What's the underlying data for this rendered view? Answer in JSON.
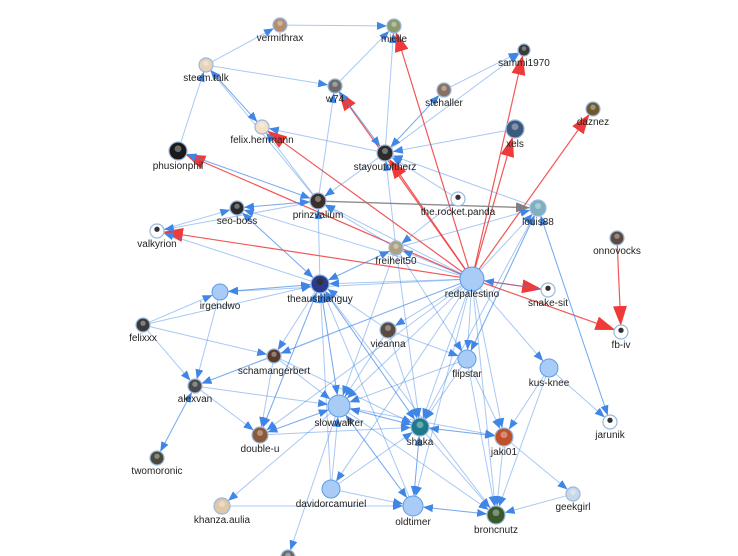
{
  "colors": {
    "edge_blue": "#3f86e6",
    "edge_red": "#f03a3a",
    "edge_gray": "#808080",
    "node_fill": "#a9ccf7",
    "node_stroke": "#5b9be8",
    "dark_fill": "#444444"
  },
  "nodes": [
    {
      "id": "vermithrax",
      "label": "vermithrax",
      "icon": "avatar-photo",
      "fill": "#b68c6e"
    },
    {
      "id": "mielle",
      "label": "mielle",
      "icon": "avatar-photo",
      "fill": "#8a9a6a"
    },
    {
      "id": "sammi1970",
      "label": "sammi1970",
      "icon": "avatar-photo",
      "fill": "#3a3a3a"
    },
    {
      "id": "steem-talk",
      "label": "steem.talk",
      "icon": "avatar-cartoon",
      "fill": "#e8d2b8"
    },
    {
      "id": "w74",
      "label": "w74",
      "icon": "avatar-photo",
      "fill": "#6b6b6b"
    },
    {
      "id": "stehaller",
      "label": "stehaller",
      "icon": "avatar-photo",
      "fill": "#8a7060"
    },
    {
      "id": "daznez",
      "label": "daznez",
      "icon": "avatar-photo",
      "fill": "#6b5a2e"
    },
    {
      "id": "felix-herrmann",
      "label": "felix.herrmann",
      "icon": "avatar-cartoon",
      "fill": "#f2e0c8"
    },
    {
      "id": "xels",
      "label": "xels",
      "icon": "avatar-photo",
      "fill": "#3c5a7c"
    },
    {
      "id": "phusionphil",
      "label": "phusionphil",
      "icon": "avatar-photo",
      "fill": "#1a1a1a"
    },
    {
      "id": "stayoutoftherz",
      "label": "stayoutoftherz",
      "icon": "avatar-photo",
      "fill": "#2c2c2c"
    },
    {
      "id": "seo-boss",
      "label": "seo-boss",
      "icon": "avatar-photo",
      "fill": "#2a2a2a"
    },
    {
      "id": "prinzvalium",
      "label": "prinzvalium",
      "icon": "avatar-photo",
      "fill": "#3a2f2a"
    },
    {
      "id": "the-rocket-panda",
      "label": "the.rocket.panda",
      "icon": "avatar-logo",
      "fill": "#ffffff"
    },
    {
      "id": "louis88",
      "label": "louis88",
      "icon": "avatar-photo",
      "fill": "#7fb0c0"
    },
    {
      "id": "valkyrion",
      "label": "valkyrion",
      "icon": "avatar-logo",
      "fill": "#ffffff"
    },
    {
      "id": "onnovocks",
      "label": "onnovocks",
      "icon": "avatar-photo",
      "fill": "#5a4a40"
    },
    {
      "id": "freiheit50",
      "label": "freiheit50",
      "icon": "avatar-photo",
      "fill": "#b0a080"
    },
    {
      "id": "irgendwo",
      "label": "irgendwo",
      "icon": "default-node",
      "fill": "#a9ccf7"
    },
    {
      "id": "theaustrianguy",
      "label": "theaustrianguy",
      "icon": "avatar-logo",
      "fill": "#2a3b8f"
    },
    {
      "id": "redpalestino",
      "label": "redpalestino",
      "icon": "default-node",
      "fill": "#a9ccf7"
    },
    {
      "id": "snake-sit",
      "label": "snake-sit",
      "icon": "avatar-logo",
      "fill": "#ffffff"
    },
    {
      "id": "felixxx",
      "label": "felixxx",
      "icon": "avatar-photo",
      "fill": "#3a3a3a"
    },
    {
      "id": "fb-iv",
      "label": "fb-iv",
      "icon": "avatar-logo",
      "fill": "#ffffff"
    },
    {
      "id": "vieanna",
      "label": "vieanna",
      "icon": "avatar-photo",
      "fill": "#5a4a40"
    },
    {
      "id": "schamangerbert",
      "label": "schamangerbert",
      "icon": "avatar-photo",
      "fill": "#5a3a2a"
    },
    {
      "id": "flipstar",
      "label": "flipstar",
      "icon": "default-node",
      "fill": "#a9ccf7"
    },
    {
      "id": "kus-knee",
      "label": "kus-knee",
      "icon": "default-node",
      "fill": "#a9ccf7"
    },
    {
      "id": "alexvan",
      "label": "alexvan",
      "icon": "avatar-photo",
      "fill": "#4a4a4a"
    },
    {
      "id": "slowwalker",
      "label": "slowwalker",
      "icon": "default-node",
      "fill": "#a9ccf7"
    },
    {
      "id": "shaka",
      "label": "shaka",
      "icon": "avatar-photo",
      "fill": "#1e7a8a"
    },
    {
      "id": "jaki01",
      "label": "jaki01",
      "icon": "avatar-photo",
      "fill": "#c0502a"
    },
    {
      "id": "jarunik",
      "label": "jarunik",
      "icon": "avatar-logo",
      "fill": "#ffffff"
    },
    {
      "id": "double-u",
      "label": "double-u",
      "icon": "avatar-photo",
      "fill": "#8a5a3a"
    },
    {
      "id": "twomoronic",
      "label": "twomoronic",
      "icon": "avatar-photo",
      "fill": "#4a4a3a"
    },
    {
      "id": "davidorcamuriel",
      "label": "davidorcamuriel",
      "icon": "default-node",
      "fill": "#a9ccf7"
    },
    {
      "id": "geekgirl",
      "label": "geekgirl",
      "icon": "avatar-cartoon",
      "fill": "#c8d8e8"
    },
    {
      "id": "oldtimer",
      "label": "oldtimer",
      "icon": "default-node",
      "fill": "#a9ccf7"
    },
    {
      "id": "khanza-aulia",
      "label": "khanza.aulia",
      "icon": "avatar-cartoon",
      "fill": "#e0c8a8"
    },
    {
      "id": "broncnutz",
      "label": "broncnutz",
      "icon": "avatar-photo",
      "fill": "#3a5a2a"
    },
    {
      "id": "bottom-partial",
      "label": "",
      "icon": "avatar-photo",
      "fill": "#6a6a6a"
    }
  ],
  "edges": [
    {
      "source": "redpalestino",
      "target": "phusionphil",
      "color": "red"
    },
    {
      "source": "redpalestino",
      "target": "felix-herrmann",
      "color": "red"
    },
    {
      "source": "redpalestino",
      "target": "stayoutoftherz",
      "color": "red"
    },
    {
      "source": "redpalestino",
      "target": "mielle",
      "color": "red"
    },
    {
      "source": "redpalestino",
      "target": "sammi1970",
      "color": "red"
    },
    {
      "source": "redpalestino",
      "target": "daznez",
      "color": "red"
    },
    {
      "source": "redpalestino",
      "target": "fb-iv",
      "color": "red"
    },
    {
      "source": "redpalestino",
      "target": "valkyrion",
      "color": "red"
    },
    {
      "source": "redpalestino",
      "target": "snake-sit",
      "color": "red"
    },
    {
      "source": "redpalestino",
      "target": "w74",
      "color": "red"
    },
    {
      "source": "redpalestino",
      "target": "xels",
      "color": "red"
    },
    {
      "source": "onnovocks",
      "target": "fb-iv",
      "color": "red"
    },
    {
      "source": "prinzvalium",
      "target": "louis88",
      "color": "gray"
    },
    {
      "source": "redpalestino",
      "target": "theaustrianguy",
      "color": "blue"
    },
    {
      "source": "redpalestino",
      "target": "slowwalker",
      "color": "blue"
    },
    {
      "source": "redpalestino",
      "target": "shaka",
      "color": "blue"
    },
    {
      "source": "redpalestino",
      "target": "jaki01",
      "color": "blue"
    },
    {
      "source": "redpalestino",
      "target": "broncnutz",
      "color": "blue"
    },
    {
      "source": "redpalestino",
      "target": "oldtimer",
      "color": "blue"
    },
    {
      "source": "redpalestino",
      "target": "flipstar",
      "color": "blue"
    },
    {
      "source": "redpalestino",
      "target": "kus-knee",
      "color": "blue"
    },
    {
      "source": "redpalestino",
      "target": "freiheit50",
      "color": "blue"
    },
    {
      "source": "redpalestino",
      "target": "louis88",
      "color": "blue"
    },
    {
      "source": "redpalestino",
      "target": "vieanna",
      "color": "blue"
    },
    {
      "source": "redpalestino",
      "target": "double-u",
      "color": "blue"
    },
    {
      "source": "redpalestino",
      "target": "schamangerbert",
      "color": "blue"
    },
    {
      "source": "redpalestino",
      "target": "prinzvalium",
      "color": "blue"
    },
    {
      "source": "redpalestino",
      "target": "seo-boss",
      "color": "blue"
    },
    {
      "source": "redpalestino",
      "target": "davidorcamuriel",
      "color": "blue"
    },
    {
      "source": "redpalestino",
      "target": "alexvan",
      "color": "blue"
    },
    {
      "source": "redpalestino",
      "target": "irgendwo",
      "color": "blue"
    },
    {
      "source": "theaustrianguy",
      "target": "irgendwo",
      "color": "blue"
    },
    {
      "source": "theaustrianguy",
      "target": "slowwalker",
      "color": "blue"
    },
    {
      "source": "theaustrianguy",
      "target": "shaka",
      "color": "blue"
    },
    {
      "source": "theaustrianguy",
      "target": "prinzvalium",
      "color": "blue"
    },
    {
      "source": "theaustrianguy",
      "target": "seo-boss",
      "color": "blue"
    },
    {
      "source": "theaustrianguy",
      "target": "double-u",
      "color": "blue"
    },
    {
      "source": "theaustrianguy",
      "target": "schamangerbert",
      "color": "blue"
    },
    {
      "source": "freiheit50",
      "target": "prinzvalium",
      "color": "blue"
    },
    {
      "source": "freiheit50",
      "target": "theaustrianguy",
      "color": "blue"
    },
    {
      "source": "freiheit50",
      "target": "stayoutoftherz",
      "color": "blue"
    },
    {
      "source": "freiheit50",
      "target": "shaka",
      "color": "blue"
    },
    {
      "source": "freiheit50",
      "target": "slowwalker",
      "color": "blue"
    },
    {
      "source": "freiheit50",
      "target": "flipstar",
      "color": "blue"
    },
    {
      "source": "stayoutoftherz",
      "target": "w74",
      "color": "blue"
    },
    {
      "source": "stayoutoftherz",
      "target": "stehaller",
      "color": "blue"
    },
    {
      "source": "stayoutoftherz",
      "target": "felix-herrmann",
      "color": "blue"
    },
    {
      "source": "stayoutoftherz",
      "target": "prinzvalium",
      "color": "blue"
    },
    {
      "source": "stayoutoftherz",
      "target": "sammi1970",
      "color": "blue"
    },
    {
      "source": "stayoutoftherz",
      "target": "mielle",
      "color": "blue"
    },
    {
      "source": "stehaller",
      "target": "stayoutoftherz",
      "color": "blue"
    },
    {
      "source": "louis88",
      "target": "stayoutoftherz",
      "color": "blue"
    },
    {
      "source": "louis88",
      "target": "jarunik",
      "color": "blue"
    },
    {
      "source": "louis88",
      "target": "flipstar",
      "color": "blue"
    },
    {
      "source": "louis88",
      "target": "shaka",
      "color": "blue"
    },
    {
      "source": "prinzvalium",
      "target": "seo-boss",
      "color": "blue"
    },
    {
      "source": "prinzvalium",
      "target": "felix-herrmann",
      "color": "blue"
    },
    {
      "source": "prinzvalium",
      "target": "steem-talk",
      "color": "blue"
    },
    {
      "source": "prinzvalium",
      "target": "valkyrion",
      "color": "blue"
    },
    {
      "source": "prinzvalium",
      "target": "phusionphil",
      "color": "blue"
    },
    {
      "source": "steem-talk",
      "target": "vermithrax",
      "color": "blue"
    },
    {
      "source": "steem-talk",
      "target": "felix-herrmann",
      "color": "blue"
    },
    {
      "source": "felix-herrmann",
      "target": "steem-talk",
      "color": "blue"
    },
    {
      "source": "w74",
      "target": "mielle",
      "color": "blue"
    },
    {
      "source": "vermithrax",
      "target": "mielle",
      "color": "blue"
    },
    {
      "source": "stehaller",
      "target": "sammi1970",
      "color": "blue"
    },
    {
      "source": "xels",
      "target": "stayoutoftherz",
      "color": "blue"
    },
    {
      "source": "slowwalker",
      "target": "shaka",
      "color": "blue"
    },
    {
      "source": "slowwalker",
      "target": "oldtimer",
      "color": "blue"
    },
    {
      "source": "slowwalker",
      "target": "broncnutz",
      "color": "blue"
    },
    {
      "source": "slowwalker",
      "target": "double-u",
      "color": "blue"
    },
    {
      "source": "slowwalker",
      "target": "jaki01",
      "color": "blue"
    },
    {
      "source": "slowwalker",
      "target": "khanza-aulia",
      "color": "blue"
    },
    {
      "source": "shaka",
      "target": "jaki01",
      "color": "blue"
    },
    {
      "source": "shaka",
      "target": "broncnutz",
      "color": "blue"
    },
    {
      "source": "shaka",
      "target": "oldtimer",
      "color": "blue"
    },
    {
      "source": "shaka",
      "target": "slowwalker",
      "color": "blue"
    },
    {
      "source": "jaki01",
      "target": "broncnutz",
      "color": "blue"
    },
    {
      "source": "jaki01",
      "target": "shaka",
      "color": "blue"
    },
    {
      "source": "jaki01",
      "target": "geekgirl",
      "color": "blue"
    },
    {
      "source": "kus-knee",
      "target": "jaki01",
      "color": "blue"
    },
    {
      "source": "kus-knee",
      "target": "broncnutz",
      "color": "blue"
    },
    {
      "source": "kus-knee",
      "target": "jarunik",
      "color": "blue"
    },
    {
      "source": "flipstar",
      "target": "shaka",
      "color": "blue"
    },
    {
      "source": "flipstar",
      "target": "jaki01",
      "color": "blue"
    },
    {
      "source": "flipstar",
      "target": "broncnutz",
      "color": "blue"
    },
    {
      "source": "flipstar",
      "target": "slowwalker",
      "color": "blue"
    },
    {
      "source": "vieanna",
      "target": "slowwalker",
      "color": "blue"
    },
    {
      "source": "vieanna",
      "target": "shaka",
      "color": "blue"
    },
    {
      "source": "vieanna",
      "target": "flipstar",
      "color": "blue"
    },
    {
      "source": "schamangerbert",
      "target": "slowwalker",
      "color": "blue"
    },
    {
      "source": "schamangerbert",
      "target": "double-u",
      "color": "blue"
    },
    {
      "source": "schamangerbert",
      "target": "alexvan",
      "color": "blue"
    },
    {
      "source": "schamangerbert",
      "target": "shaka",
      "color": "blue"
    },
    {
      "source": "double-u",
      "target": "slowwalker",
      "color": "blue"
    },
    {
      "source": "double-u",
      "target": "shaka",
      "color": "blue"
    },
    {
      "source": "davidorcamuriel",
      "target": "oldtimer",
      "color": "blue"
    },
    {
      "source": "davidorcamuriel",
      "target": "slowwalker",
      "color": "blue"
    },
    {
      "source": "davidorcamuriel",
      "target": "shaka",
      "color": "blue"
    },
    {
      "source": "oldtimer",
      "target": "broncnutz",
      "color": "blue"
    },
    {
      "source": "oldtimer",
      "target": "slowwalker",
      "color": "blue"
    },
    {
      "source": "oldtimer",
      "target": "shaka",
      "color": "blue"
    },
    {
      "source": "broncnutz",
      "target": "oldtimer",
      "color": "blue"
    },
    {
      "source": "geekgirl",
      "target": "broncnutz",
      "color": "blue"
    },
    {
      "source": "khanza-aulia",
      "target": "oldtimer",
      "color": "blue"
    },
    {
      "source": "felixxx",
      "target": "alexvan",
      "color": "blue"
    },
    {
      "source": "felixxx",
      "target": "schamangerbert",
      "color": "blue"
    },
    {
      "source": "felixxx",
      "target": "irgendwo",
      "color": "blue"
    },
    {
      "source": "felixxx",
      "target": "theaustrianguy",
      "color": "blue"
    },
    {
      "source": "alexvan",
      "target": "twomoronic",
      "color": "blue"
    },
    {
      "source": "alexvan",
      "target": "double-u",
      "color": "blue"
    },
    {
      "source": "alexvan",
      "target": "slowwalker",
      "color": "blue"
    },
    {
      "source": "twomoronic",
      "target": "alexvan",
      "color": "blue"
    },
    {
      "source": "irgendwo",
      "target": "alexvan",
      "color": "blue"
    },
    {
      "source": "irgendwo",
      "target": "theaustrianguy",
      "color": "blue"
    },
    {
      "source": "seo-boss",
      "target": "prinzvalium",
      "color": "blue"
    },
    {
      "source": "seo-boss",
      "target": "theaustrianguy",
      "color": "blue"
    },
    {
      "source": "valkyrion",
      "target": "seo-boss",
      "color": "blue"
    },
    {
      "source": "phusionphil",
      "target": "prinzvalium",
      "color": "blue"
    },
    {
      "source": "phusionphil",
      "target": "steem-talk",
      "color": "blue"
    },
    {
      "source": "the-rocket-panda",
      "target": "stayoutoftherz",
      "color": "blue"
    },
    {
      "source": "the-rocket-panda",
      "target": "freiheit50",
      "color": "blue"
    },
    {
      "source": "snake-sit",
      "target": "redpalestino",
      "color": "blue"
    },
    {
      "source": "jarunik",
      "target": "louis88",
      "color": "blue"
    },
    {
      "source": "theaustrianguy",
      "target": "valkyrion",
      "color": "blue"
    },
    {
      "source": "theaustrianguy",
      "target": "freiheit50",
      "color": "blue"
    },
    {
      "source": "vieanna",
      "target": "theaustrianguy",
      "color": "blue"
    },
    {
      "source": "w74",
      "target": "stayoutoftherz",
      "color": "blue"
    },
    {
      "source": "prinzvalium",
      "target": "w74",
      "color": "blue"
    },
    {
      "source": "steem-talk",
      "target": "w74",
      "color": "blue"
    },
    {
      "source": "freiheit50",
      "target": "louis88",
      "color": "blue"
    },
    {
      "source": "flipstar",
      "target": "louis88",
      "color": "blue"
    },
    {
      "source": "slowwalker",
      "target": "theaustrianguy",
      "color": "blue"
    },
    {
      "source": "shaka",
      "target": "theaustrianguy",
      "color": "blue"
    },
    {
      "source": "broncnutz",
      "target": "theaustrianguy",
      "color": "blue"
    },
    {
      "source": "oldtimer",
      "target": "theaustrianguy",
      "color": "blue"
    },
    {
      "source": "davidorcamuriel",
      "target": "theaustrianguy",
      "color": "blue"
    },
    {
      "source": "double-u",
      "target": "theaustrianguy",
      "color": "blue"
    },
    {
      "source": "slowwalker",
      "target": "bottom-partial",
      "color": "blue"
    }
  ]
}
